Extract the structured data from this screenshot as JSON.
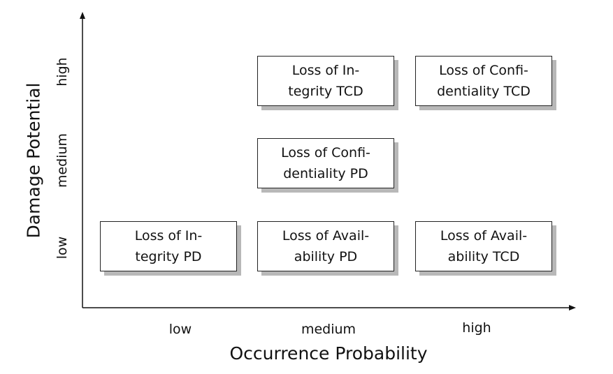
{
  "x_axis": {
    "title": "Occurrence Probability",
    "ticks": [
      "low",
      "medium",
      "high"
    ]
  },
  "y_axis": {
    "title": "Damage Potential",
    "ticks": [
      "low",
      "medium",
      "high"
    ]
  },
  "boxes": [
    {
      "lines": [
        "Loss of In-",
        "tegrity TCD"
      ],
      "x": "medium",
      "y": "high"
    },
    {
      "lines": [
        "Loss of Confi-",
        "dentiality TCD"
      ],
      "x": "high",
      "y": "high"
    },
    {
      "lines": [
        "Loss of Confi-",
        "dentiality PD"
      ],
      "x": "medium",
      "y": "medium"
    },
    {
      "lines": [
        "Loss of In-",
        "tegrity PD"
      ],
      "x": "low",
      "y": "low"
    },
    {
      "lines": [
        "Loss of Avail-",
        "ability PD"
      ],
      "x": "medium",
      "y": "low"
    },
    {
      "lines": [
        "Loss of Avail-",
        "ability TCD"
      ],
      "x": "high",
      "y": "low"
    }
  ]
}
